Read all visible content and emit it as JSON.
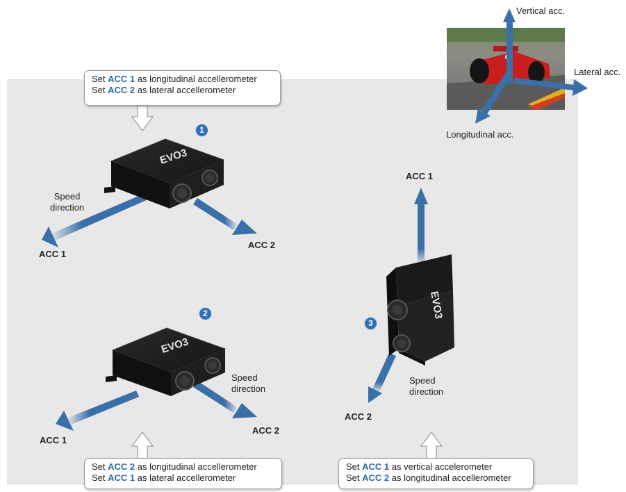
{
  "callouts": {
    "top": {
      "line1": {
        "pre": "Set ",
        "acc": "ACC 1",
        "post": " as longitudinal accellerometer"
      },
      "line2": {
        "pre": "Set ",
        "acc": "ACC 2",
        "post": " as lateral accellerometer"
      }
    },
    "bottom_left": {
      "line1": {
        "pre": "Set ",
        "acc": "ACC 2",
        "post": " as longitudinal accellerometer"
      },
      "line2": {
        "pre": "Set ",
        "acc": "ACC 1",
        "post": " as lateral accellerometer"
      }
    },
    "bottom_right": {
      "line1": {
        "pre": "Set ",
        "acc": "ACC 1",
        "post": " as vertical accelerometer"
      },
      "line2": {
        "pre": "Set ",
        "acc": "ACC 2",
        "post": " as longitudinal accellerometer"
      }
    }
  },
  "badges": [
    "1",
    "2",
    "3"
  ],
  "config1": {
    "speed_label": "Speed\ndirection",
    "acc1": "ACC 1",
    "acc2": "ACC 2"
  },
  "config2": {
    "speed_label": "Speed\ndirection",
    "acc1": "ACC 1",
    "acc2": "ACC 2"
  },
  "config3": {
    "speed_label": "Speed\ndirection",
    "acc1": "ACC 1",
    "acc2": "ACC 2"
  },
  "device": {
    "logo": "EVO3"
  },
  "car_axes": {
    "vertical": "Vertical acc.",
    "lateral": "Lateral acc.",
    "longitudinal": "Longitudinal acc."
  },
  "colors": {
    "accent": "#2e6aa6",
    "arrow": "#3a6fa8",
    "panel": "#e8e8e8",
    "device": "#1c1c1c"
  }
}
